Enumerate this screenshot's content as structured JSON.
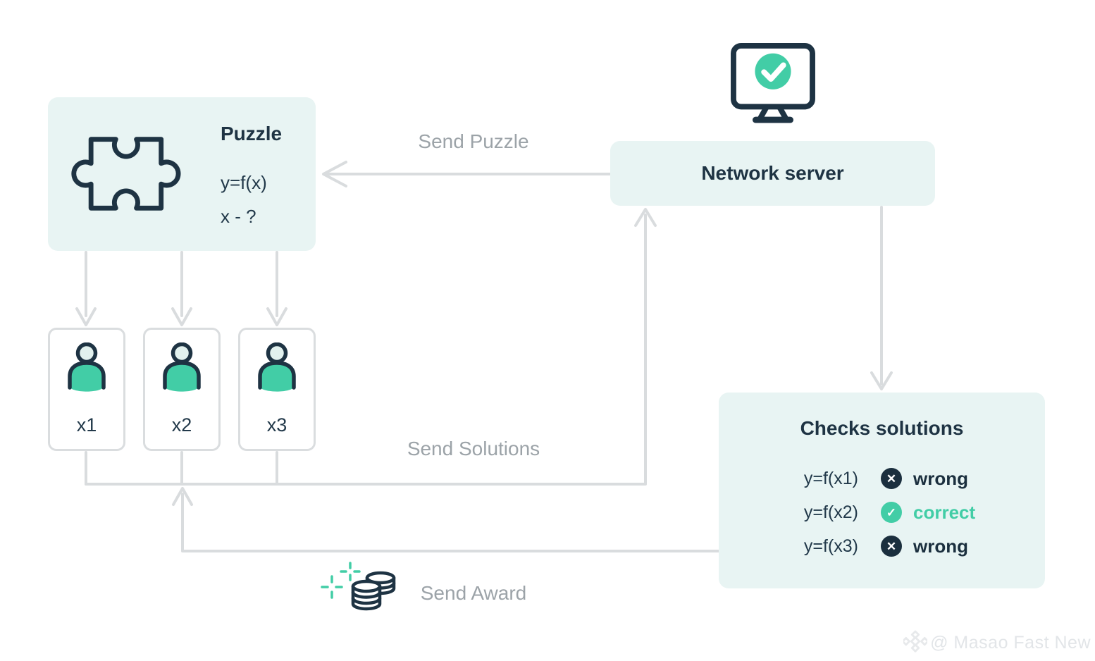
{
  "puzzle_box": {
    "title": "Puzzle",
    "formula": "y=f(x)",
    "question": "x - ?"
  },
  "network_server": {
    "label": "Network server"
  },
  "flow_labels": {
    "send_puzzle": "Send Puzzle",
    "send_solutions": "Send Solutions",
    "send_award": "Send Award"
  },
  "miners": [
    {
      "label": "x1"
    },
    {
      "label": "x2"
    },
    {
      "label": "x3"
    }
  ],
  "checks_box": {
    "title": "Checks solutions",
    "rows": [
      {
        "formula": "y=f(x1)",
        "status": "wrong",
        "result": "wrong"
      },
      {
        "formula": "y=f(x2)",
        "status": "correct",
        "result": "correct"
      },
      {
        "formula": "y=f(x3)",
        "status": "wrong",
        "result": "wrong"
      }
    ]
  },
  "icons": {
    "puzzle": "puzzle-piece-icon",
    "monitor": "monitor-check-icon",
    "miner": "person-icon",
    "coins": "coins-award-icon",
    "sparkle": "sparkle-icon",
    "wrong_glyph": "✕",
    "correct_glyph": "✓",
    "watermark_logo": "diamond-logo-icon"
  },
  "watermark": {
    "credit": "@ Masao Fast New"
  },
  "colors": {
    "teal": "#42cda6",
    "navy": "#1e3343",
    "icon_navy": "#1b2f3e",
    "box_bg": "#e8f4f3",
    "arrow_gray": "#d9dcde",
    "label_gray": "#9ca3a8",
    "card_border": "#dadddf",
    "head_fill": "#e2f1ee",
    "watermark_gray": "#e2e5e8"
  }
}
